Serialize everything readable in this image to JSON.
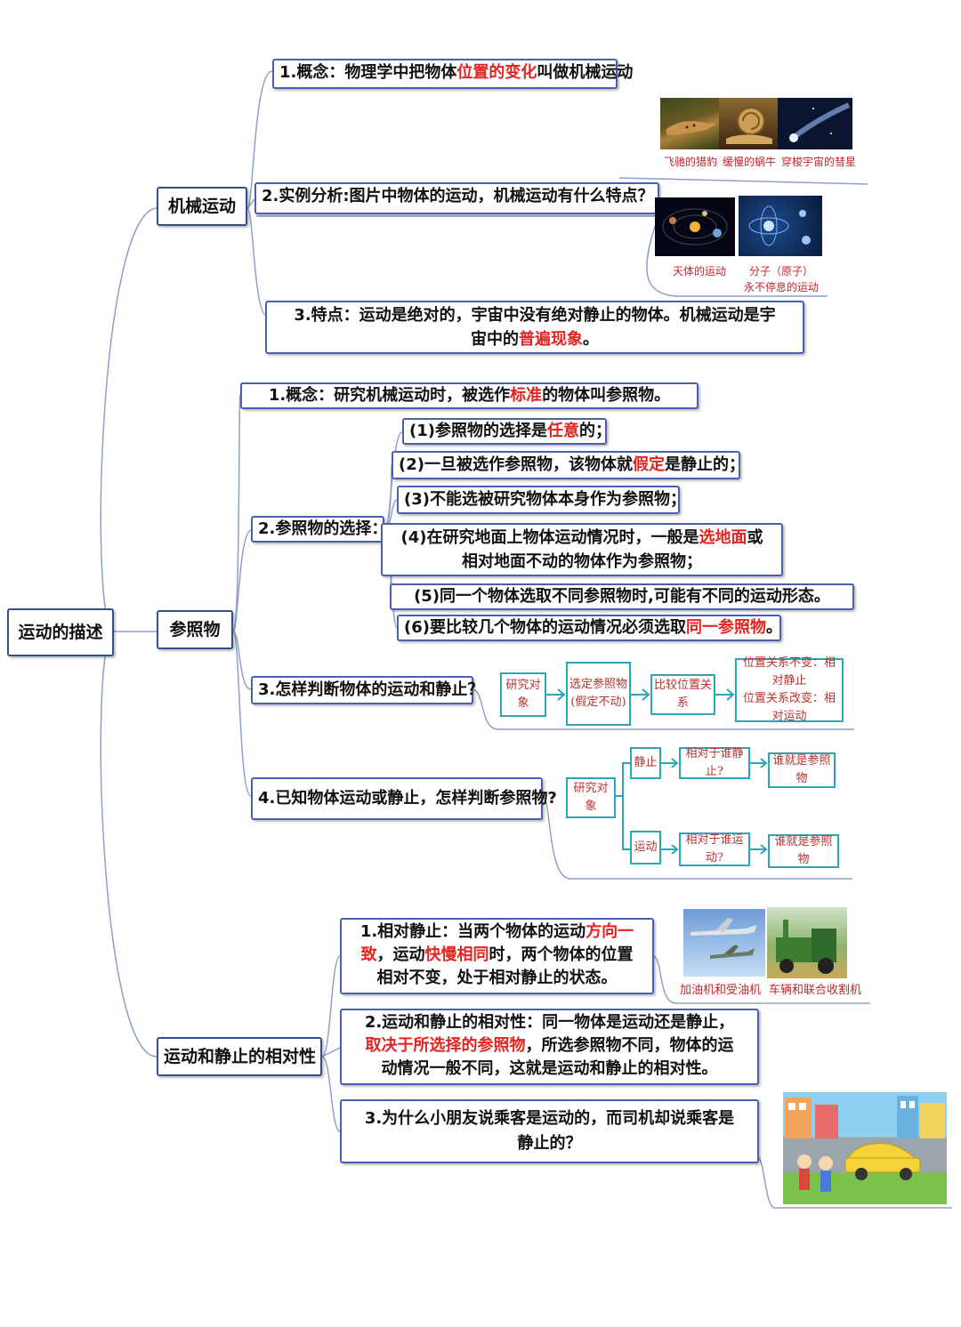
{
  "root": "运动的描述",
  "branches": {
    "mechanical": {
      "label": "机械运动",
      "items": [
        {
          "pre": "1.概念：物理学中把物体",
          "hl": "位置的变化",
          "post": "叫做机械运动"
        },
        {
          "text": "2.实例分析:图片中物体的运动，机械运动有什么特点？"
        },
        {
          "line1": "3.特点：运动是绝对的，宇宙中没有绝对静止的物体。机械运动是宇",
          "line2_pre": "宙中的",
          "line2_hl": "普遍现象",
          "line2_post": "。"
        }
      ],
      "captions1": [
        "飞驰的猎豹",
        "缓慢的蜗牛",
        "穿梭宇宙的彗星"
      ],
      "captions2": [
        "天体的运动",
        "分子（原子）",
        "永不停息的运动"
      ]
    },
    "reference": {
      "label": "参照物",
      "concept": {
        "pre": "1.概念：研究机械运动时，被选作",
        "hl": "标准",
        "post": "的物体叫参照物。"
      },
      "choice_label": "2.参照物的选择：",
      "choices": [
        {
          "pre": "(1)参照物的选择是",
          "hl": "任意",
          "post": "的；"
        },
        {
          "pre": "(2)一旦被选作参照物，该物体就",
          "hl": "假定",
          "post": "是静止的；"
        },
        {
          "pre": "(3)不能选被研究物体本身作为参照物；",
          "hl": "",
          "post": ""
        },
        {
          "pre": "(4)在研究地面上物体运动情况时，一般是",
          "hl": "选地面",
          "post": "或",
          "line2": "相对地面不动的物体作为参照物；"
        },
        {
          "pre": "(5)同一个物体选取不同参照物时,可能有不同的运动形态。",
          "hl": "",
          "post": ""
        },
        {
          "pre": "(6)要比较几个物体的运动情况必须选取",
          "hl": "同一参照物",
          "post": "。"
        }
      ],
      "judge_label": "3.怎样判断物体的运动和静止？",
      "judge_flow": {
        "step1": "研究对象",
        "step2a": "选定参照物",
        "step2b": "(假定不动)",
        "step3": "比较位置关系",
        "result1": "位置关系不变：相对静止",
        "result2": "位置关系改变：相对运动"
      },
      "known_label": "4.已知物体运动或静止，怎样判断参照物?",
      "known_flow": {
        "object": "研究对象",
        "still": "静止",
        "still_q": "相对于谁静止?",
        "still_a": "谁就是参照物",
        "move": "运动",
        "move_q": "相对于谁运动?",
        "move_a": "谁就是参照物"
      }
    },
    "relativity": {
      "label": "运动和静止的相对性",
      "items": [
        {
          "l1_pre": "1.相对静止：当两个物体的运动",
          "l1_hl": "方向一",
          "l2_hl": "致",
          "l2_post": "，运动",
          "l2_hl2": "快慢相同",
          "l2_post2": "时，两个物体的位置",
          "l3": "相对不变，处于相对静止的状态。"
        },
        {
          "l1": "2.运动和静止的相对性：同一物体是运动还是静止，",
          "l2_hl": "取决于所选择的参照物",
          "l2_post": "，所选参照物不同，物体的运",
          "l3": "动情况一般不同，这就是运动和静止的相对性。"
        },
        {
          "l1": "3.为什么小朋友说乘客是运动的，而司机却说乘客是",
          "l2": "静止的？"
        }
      ],
      "captions": [
        "加油机和受油机",
        "车辆和联合收割机"
      ]
    }
  },
  "colors": {
    "highlight": "#e32420",
    "node_border": "#2f4f8f",
    "connector": "#8fa0c8",
    "flow_border": "#2aa5b9",
    "flow_text": "#b8322d"
  }
}
